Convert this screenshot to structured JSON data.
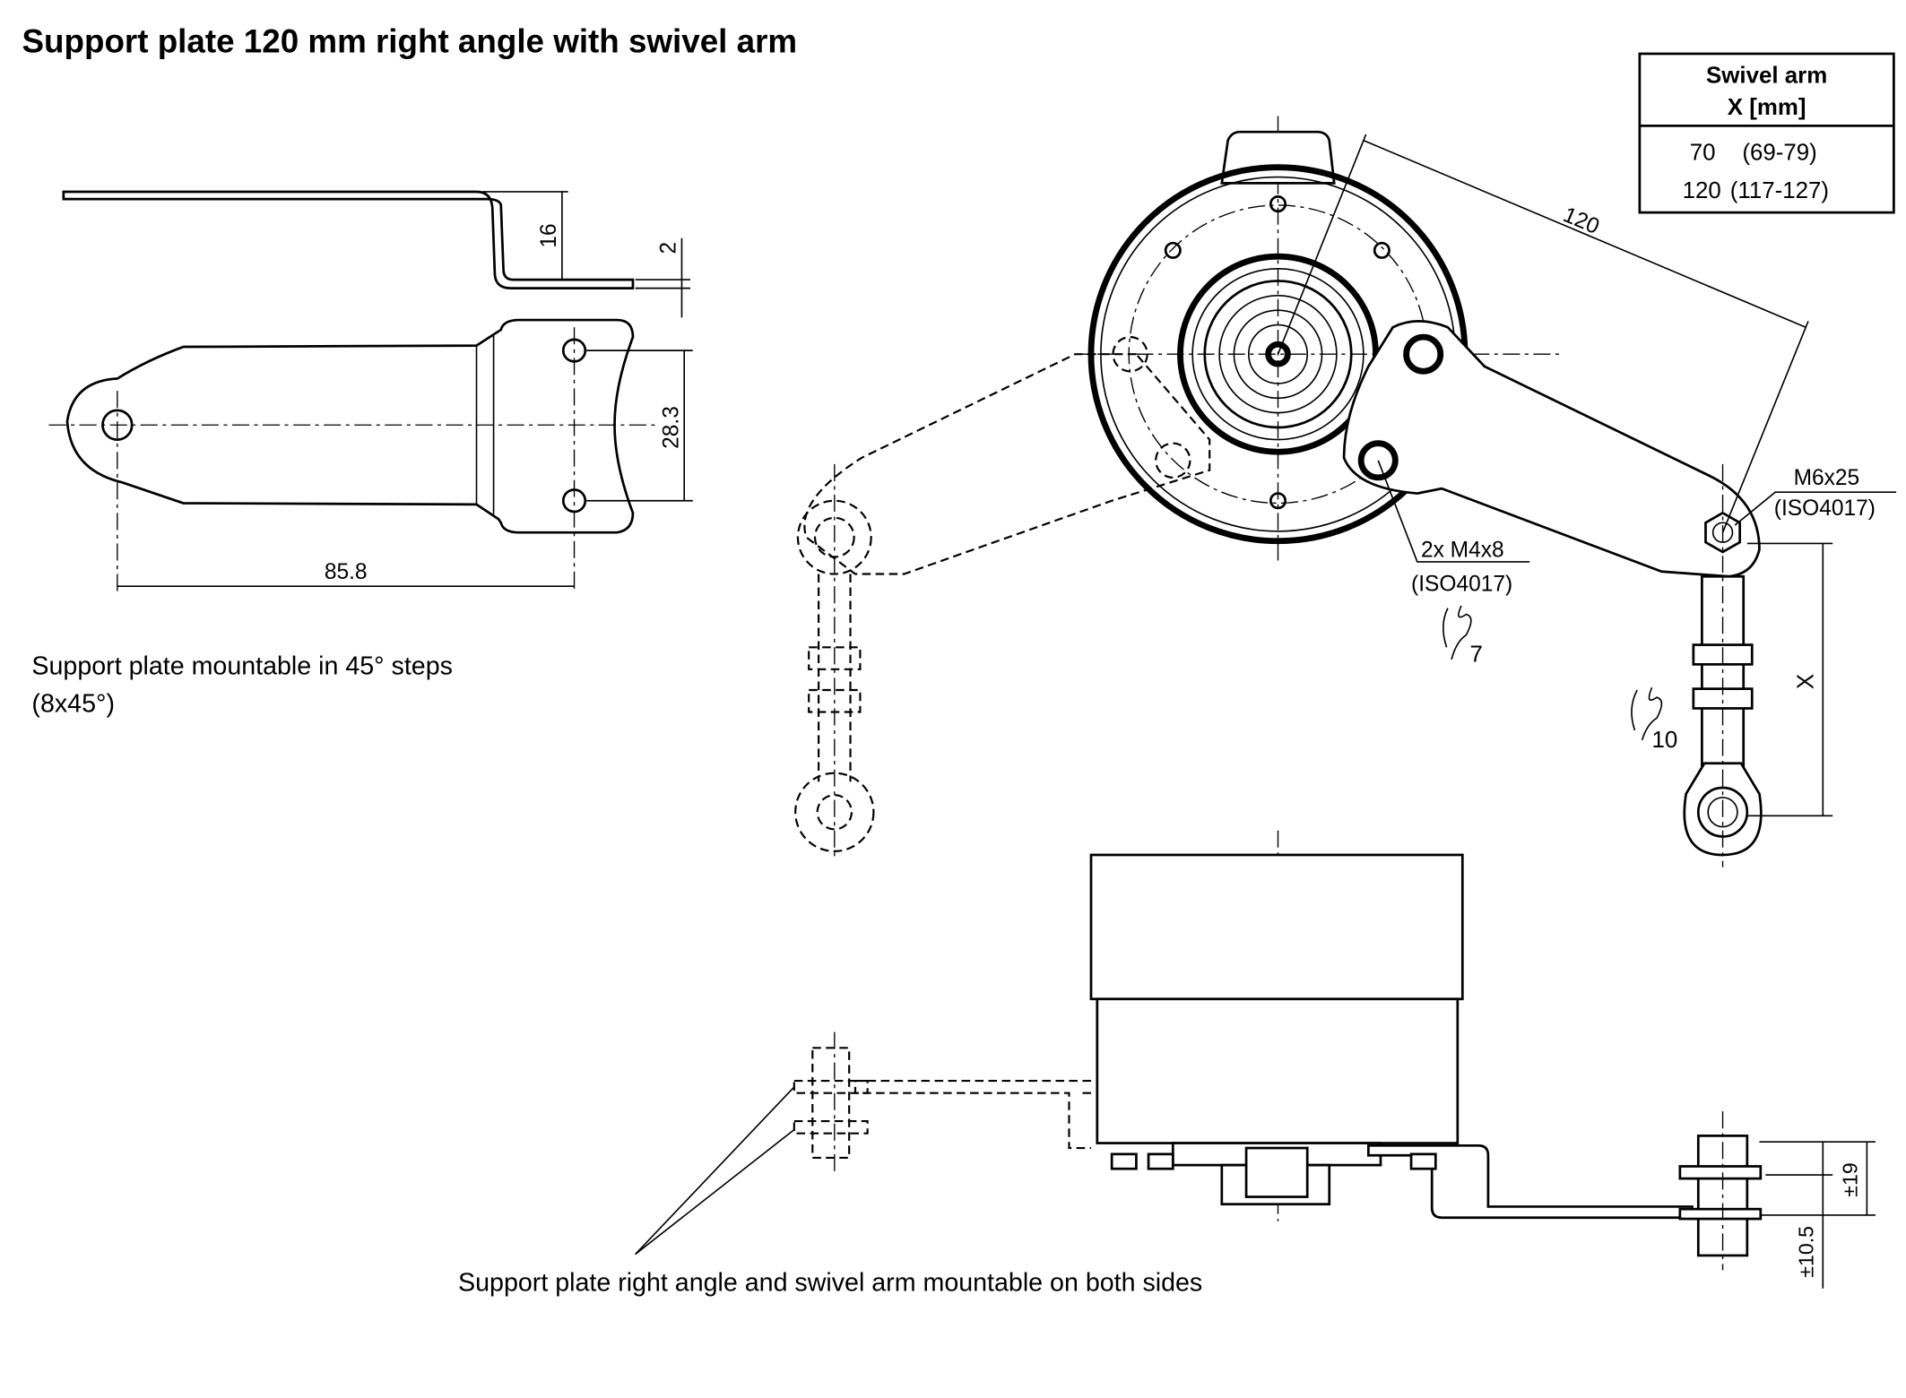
{
  "title": "Support plate 120 mm right angle with swivel arm",
  "table": {
    "header_line1": "Swivel arm",
    "header_line2": "X [mm]",
    "rows": [
      {
        "x": "70",
        "range": "(69-79)"
      },
      {
        "x": "120",
        "range": "(117-127)"
      }
    ]
  },
  "dimensions": {
    "plate_height": "16",
    "plate_thickness": "2",
    "hole_spacing": "28.3",
    "length": "85.8",
    "arm_length": "120",
    "x_label": "X",
    "offset_19": "±19",
    "offset_10_5": "±10.5"
  },
  "annotations": {
    "mount_steps_line1": "Support plate mountable in 45° steps",
    "mount_steps_line2": "(8x45°)",
    "screw_small_line1": "2x M4x8",
    "screw_small_line2": "(ISO4017)",
    "wrench_small": "7",
    "screw_large_line1": "M6x25",
    "screw_large_line2": "(ISO4017)",
    "wrench_large": "10",
    "both_sides": "Support plate right angle and swivel arm mountable on both sides"
  }
}
